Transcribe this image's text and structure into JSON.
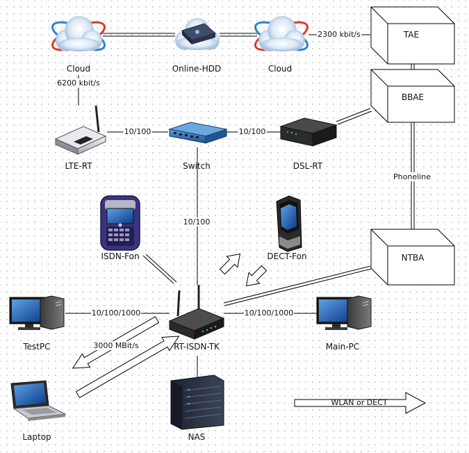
{
  "nodes": {
    "cloud_left": "Cloud",
    "online_hdd": "Online-HDD",
    "cloud_right": "Cloud",
    "tae": "TAE",
    "bbae": "BBAE",
    "ntba": "NTBA",
    "lte_rt": "LTE-RT",
    "switch": "Switch",
    "dsl_rt": "DSL-RT",
    "isdn_fon": "ISDN-Fon",
    "dect_fon": "DECT-Fon",
    "testpc": "TestPC",
    "rt_isdn_tk": "RT-ISDN-TK",
    "main_pc": "Main-PC",
    "laptop": "Laptop",
    "nas": "NAS"
  },
  "edges": {
    "cloud_lte": "6200 kbit/s",
    "cloud_tae": "2300 kbit/s",
    "lte_switch": "10/100",
    "switch_dsl": "10/100",
    "switch_router": "10/100",
    "bbae_ntba": "Phoneline",
    "testpc_router": "10/100/1000",
    "router_mainpc": "10/100/1000",
    "laptop_wifi": "3000 MBit/s"
  },
  "legend": {
    "wireless": "WLAN or DECT"
  }
}
